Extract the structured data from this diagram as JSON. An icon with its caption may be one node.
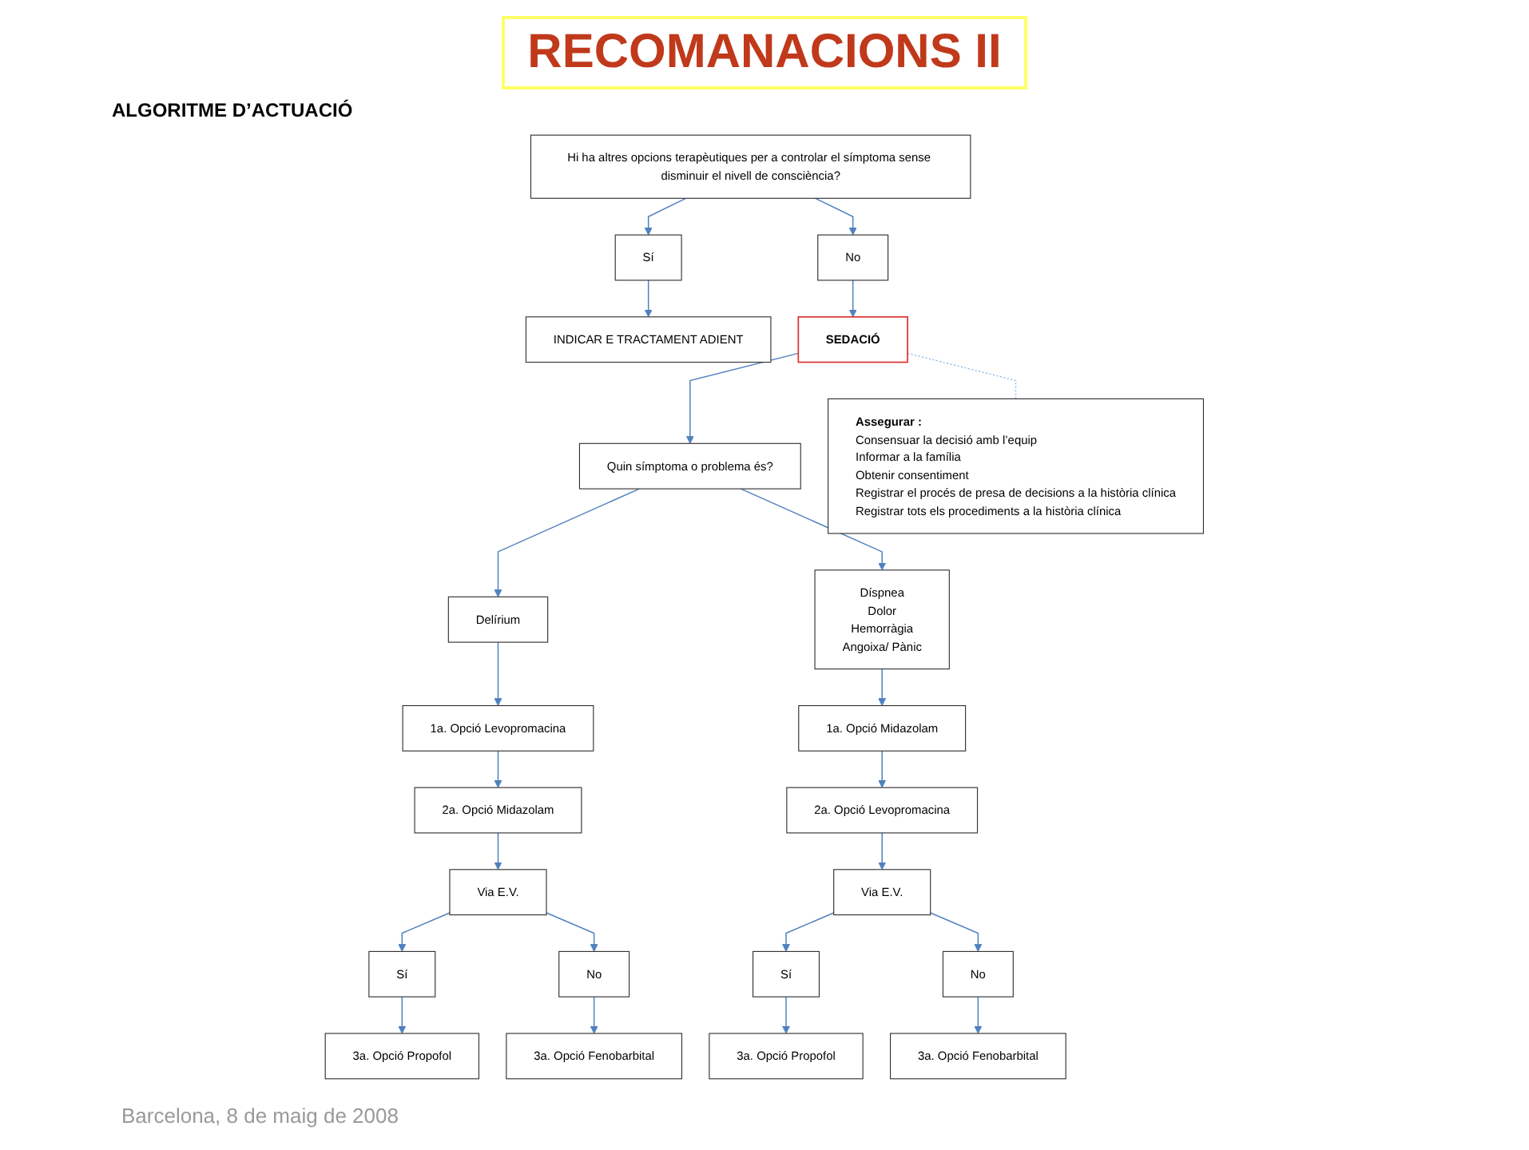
{
  "diagram": {
    "title": "RECOMANACIONS II",
    "nodes": [
      {
        "text": [
          "Hi ha altres opcions terapèutiques per a controlar el símptoma sense disminuir el nivell de consciència?"
        ]
      },
      {
        "text": [
          "Sí"
        ]
      },
      {
        "text": [
          "INDICAR E TRACTAMENT ADIENT"
        ]
      },
      {
        "text": [
          "No"
        ]
      },
      {
        "text": [
          "SEDACIÓ"
        ]
      },
      {
        "text": [
          "Assegurar :",
          "Consensuar la decisió amb l’equip",
          "Informar a la família",
          "Obtenir consentiment",
          "Registrar el procés de presa de decisions a la història clínica",
          "Registrar tots els procediments a la història clínica"
        ]
      },
      {
        "text": [
          "Quin símptoma o problema és?"
        ]
      },
      {
        "text": [
          "Delírium"
        ]
      },
      {
        "text": [
          "Díspnea",
          "Dolor",
          "Hemorràgia",
          "Angoixa/ Pànic"
        ]
      },
      {
        "text": [
          "1a. Opció Levopromacina"
        ]
      },
      {
        "text": [
          "2a. Opció Midazolam"
        ]
      },
      {
        "text": [
          "Via E.V."
        ]
      },
      {
        "text": [
          "Sí"
        ]
      },
      {
        "text": [
          "No"
        ]
      },
      {
        "text": [
          "3a. Opció Propofol"
        ]
      },
      {
        "text": [
          "3a. Opció Fenobarbital"
        ]
      },
      {
        "text": [
          "1a. Opció Midazolam"
        ]
      },
      {
        "text": [
          "2a. Opció Levopromacina"
        ]
      },
      {
        "text": [
          "Via E.V."
        ]
      },
      {
        "text": [
          "Sí"
        ]
      },
      {
        "text": [
          "No"
        ]
      },
      {
        "text": [
          "3a. Opció Propofol"
        ]
      },
      {
        "text": [
          "3a. Opció Fenobarbital"
        ]
      }
    ],
    "edges": [
      {
        "from": 0,
        "to": 1,
        "arrow": "to"
      },
      {
        "from": 1,
        "to": 2,
        "arrow": "to"
      },
      {
        "from": 0,
        "to": 3,
        "arrow": "to"
      },
      {
        "from": 3,
        "to": 4,
        "arrow": "to"
      },
      {
        "from": 4,
        "to": 5,
        "arrow": "none",
        "style": "dashed",
        "color": "#9dc3e6"
      },
      {
        "from": 4,
        "to": 6,
        "arrow": "to"
      },
      {
        "from": 6,
        "to": 7,
        "arrow": "to"
      },
      {
        "from": 6,
        "to": 8,
        "arrow": "to"
      },
      {
        "from": 7,
        "to": 9,
        "arrow": "to"
      },
      {
        "from": 9,
        "to": 10,
        "arrow": "to"
      },
      {
        "from": 10,
        "to": 11,
        "arrow": "to"
      },
      {
        "from": 11,
        "to": 12,
        "arrow": "to"
      },
      {
        "from": 11,
        "to": 13,
        "arrow": "to"
      },
      {
        "from": 12,
        "to": 14,
        "arrow": "to"
      },
      {
        "from": 13,
        "to": 15,
        "arrow": "to"
      },
      {
        "from": 8,
        "to": 16,
        "arrow": "to"
      },
      {
        "from": 16,
        "to": 17,
        "arrow": "to"
      },
      {
        "from": 17,
        "to": 18,
        "arrow": "to"
      },
      {
        "from": 18,
        "to": 19,
        "arrow": "to"
      },
      {
        "from": 18,
        "to": 20,
        "arrow": "to"
      },
      {
        "from": 19,
        "to": 21,
        "arrow": "to"
      },
      {
        "from": 20,
        "to": 22,
        "arrow": "to"
      }
    ],
    "labels": [
      "ALGORITME D’ACTUACIÓ",
      "Barcelona, 8 de maig de 2008"
    ]
  }
}
